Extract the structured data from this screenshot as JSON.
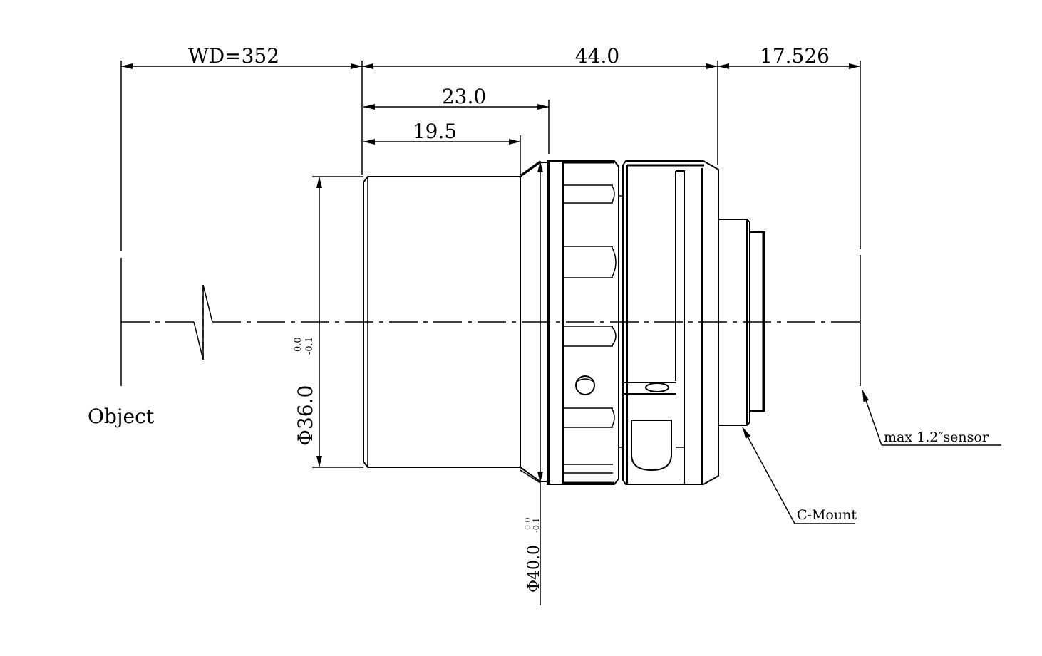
{
  "dimensions": {
    "working_distance": "WD=352",
    "overall_length": "44.0",
    "back_focal": "17.526",
    "length_to_ring": "23.0",
    "barrel_length": "19.5",
    "barrel_diameter": "Φ36.0",
    "barrel_diameter_tol_upper": "0.0",
    "barrel_diameter_tol_lower": "-0.1",
    "ring_diameter": "Φ40.0",
    "ring_diameter_tol_upper": "0.0",
    "ring_diameter_tol_lower": "-0.1"
  },
  "labels": {
    "object": "Object",
    "mount": "C-Mount",
    "sensor": "max 1.2″sensor"
  },
  "colors": {
    "line": "#000000",
    "background": "#ffffff"
  }
}
